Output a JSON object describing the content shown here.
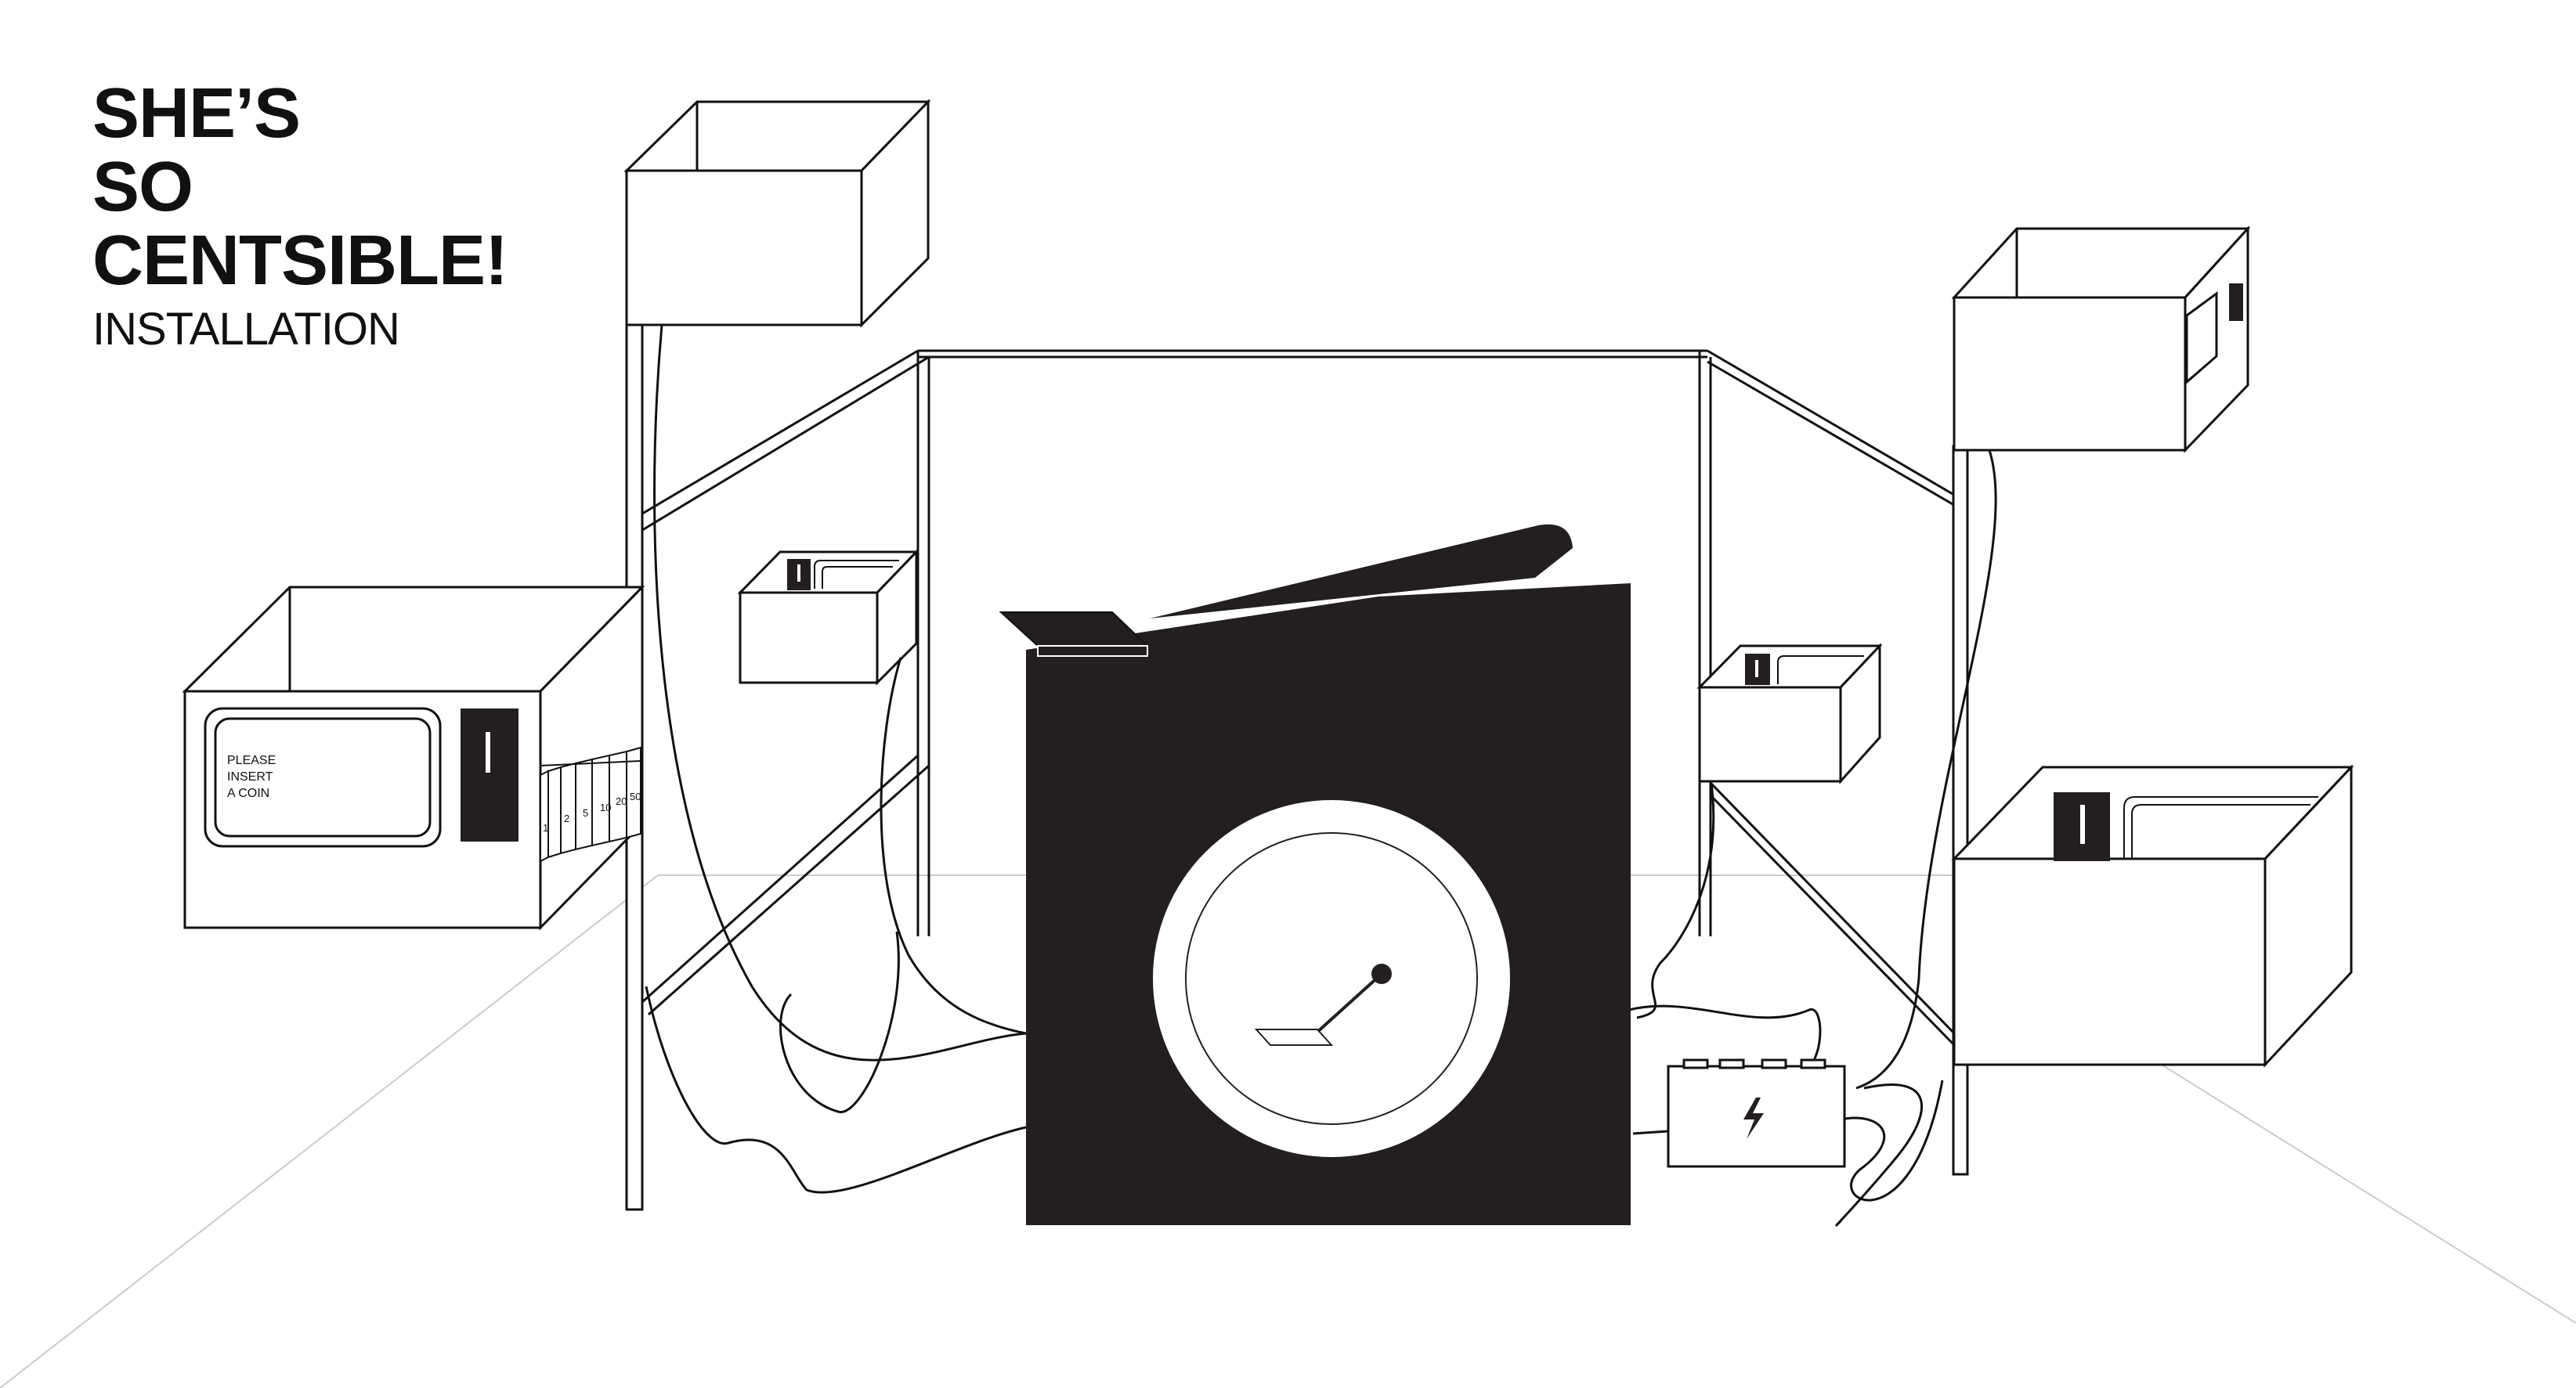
{
  "title": {
    "lines": [
      "SHE’S",
      "SO",
      "CENTSIBLE!"
    ],
    "subtitle": "INSTALLATION"
  },
  "coin_machine": {
    "screen_lines": [
      "PLEASE",
      "INSERT",
      "A COIN"
    ],
    "denominations": [
      "1",
      "2",
      "5",
      "10",
      "20",
      "50"
    ]
  },
  "colors": {
    "ink": "#111111",
    "fill_dark": "#231f20",
    "paper": "#ffffff",
    "floor_line": "#cccccc"
  },
  "icons": {
    "battery": "lightning-bolt-icon",
    "coin_slot": "coin-slot-icon"
  }
}
